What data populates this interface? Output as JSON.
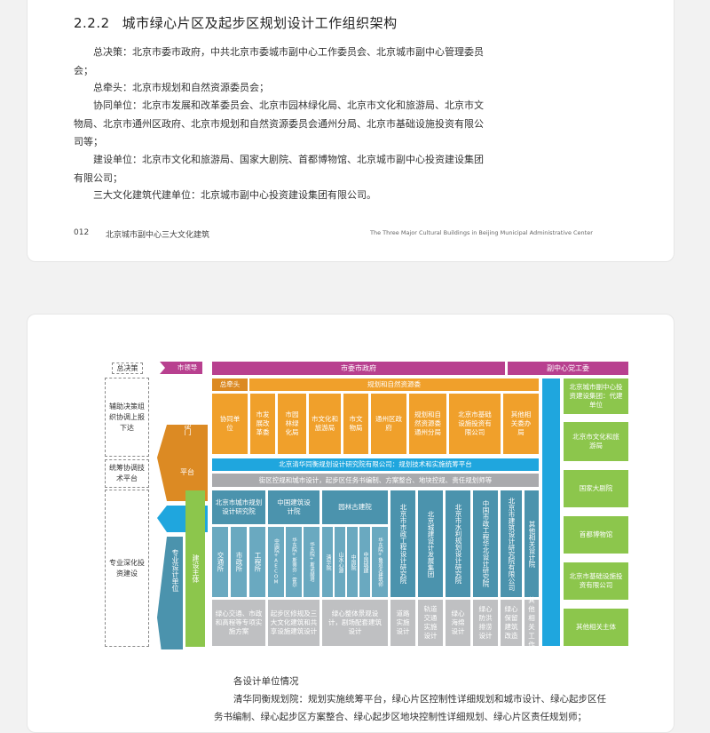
{
  "page1": {
    "heading_num": "2.2.2",
    "heading": "城市绿心片区及起步区规划设计工作组织架构",
    "paragraphs": [
      {
        "label": "总决策：",
        "text": "北京市委市政府，中共北京市委城市副中心工作委员会、北京城市副中心管理委员会；"
      },
      {
        "label": "总牵头：",
        "text": "北京市规划和自然资源委员会；"
      },
      {
        "label": "协同单位：",
        "text": "北京市发展和改革委员会、北京市园林绿化局、北京市文化和旅游局、北京市文物局、北京市通州区政府、北京市规划和自然资源委员会通州分局、北京市基础设施投资有限公司等；"
      },
      {
        "label": "建设单位：",
        "text": "北京市文化和旅游局、国家大剧院、首都博物馆、北京城市副中心投资建设集团有限公司；"
      },
      {
        "label": "三大文化建筑代建单位：",
        "text": "北京城市副中心投资建设集团有限公司。"
      }
    ],
    "footer_page": "012",
    "footer_title": "北京城市副中心三大文化建筑",
    "footer_en": "The Three Major Cultural Buildings in Beijing Municipal Administrative Center"
  },
  "chart": {
    "left_labels": [
      "总决策",
      "辅助决策组织协调上报下达",
      "统筹协调技术平台",
      "专业深化投资建设"
    ],
    "arrow_leader": "市领导",
    "arrow_mgmt": "管理部门",
    "arrow_platform": "平台",
    "arrow_design": "专业设计单位",
    "construction_main": "建设主体",
    "gov": "市委市政府",
    "vice_committee": "副中心党工委",
    "zongqiantou": "总牵头",
    "planning_committee": "规划和自然资源委",
    "mgmt_units": [
      "协同单位",
      "市发展改革委",
      "市园林绿化局",
      "市文化和旅游局",
      "市文物局",
      "通州区政府",
      "规划和自然资源委通州分局",
      "北京市基础设施投资有限公司",
      "其他相关委办局"
    ],
    "tsinghua": "北京清华同衡规划设计研究院有限公司：规划技术和实施统筹平台",
    "tasks": "街区控规和城市设计，起步区任务书编制、方案整合、地块控规、责任规划师等",
    "design_top": [
      "北京市城市规划设计研究院",
      "中国建筑设计院",
      "园林古建院"
    ],
    "design_cols": [
      "北京市市政工程设计研究院",
      "北京城建设计发展集团",
      "北京市水利规划设计研究院",
      "中国市政工程华北设计研究院",
      "北京市建筑设计研究院有限公司",
      "其他相关设计院"
    ],
    "sub_small": [
      "交通所",
      "市政所",
      "工程所",
      "中国院+AECOM",
      "华东院+斯蒂芬·霍尔",
      "华东院+斯诺赫塔",
      "清华院",
      "山水心源",
      "中国院",
      "中国城建",
      "华东院+鲁道夫建筑师"
    ],
    "bottom_tasks": [
      "绿心交通、市政和高程等专项实施方案",
      "起步区修规及三大文化建筑和共享设施建筑设计",
      "绿心整体景观设计，剧场配套建筑设计",
      "道路实施设计",
      "轨道交通实施设计",
      "绿心海绵设计",
      "绿心防洪排涝设计",
      "绿心保留建筑改造",
      "其他相关工作"
    ],
    "right_units": [
      "北京城市副中心投资建设集团：代建单位",
      "北京市文化和旅游局",
      "国家大剧院",
      "首都博物馆",
      "北京市基础设施投资有限公司",
      "其他相关主体"
    ]
  },
  "caption": {
    "title": "各设计单位情况",
    "line1": "清华同衡规划院：规划实施统筹平台，绿心片区控制性详细规划和城市设计、绿心起步区任",
    "line2": "务书编制、绿心起步区方案整合、绿心起步区地块控制性详细规划、绿心片区责任规划师；"
  },
  "colors": {
    "magenta": "#b8408f",
    "orange": "#f0a02b",
    "sky": "#1fa6de",
    "teal": "#4b93ad",
    "green": "#8cc64c",
    "grey": "#a9aaad"
  }
}
